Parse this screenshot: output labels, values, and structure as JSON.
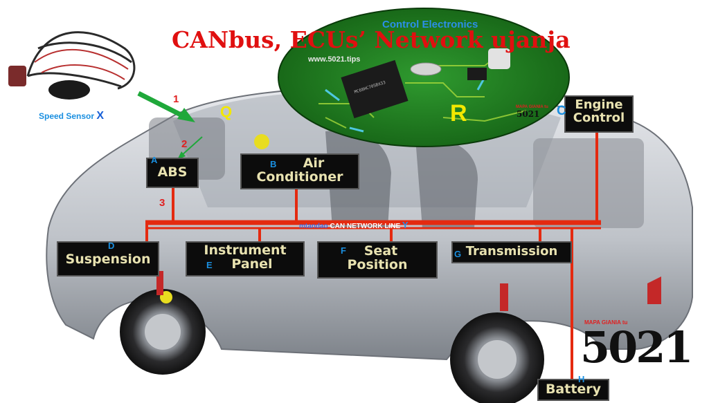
{
  "title": "CANbus, ECUs’ Network ujanja",
  "control_electronics": {
    "title": "Control Electronics",
    "url": "www.5021.tips",
    "letter": "R",
    "chip_text": "MC68HC705BX33"
  },
  "speed_sensor": {
    "label": "Speed Sensor",
    "letter": "X"
  },
  "q_letter": "Q",
  "bus": {
    "prefix": "mtandao",
    "label": "CAN NETWORK LINE",
    "letter": "Y"
  },
  "numbers": {
    "n1": "1",
    "n2": "2",
    "n3": "3"
  },
  "ecus": {
    "abs": {
      "letter": "A",
      "label": "ABS"
    },
    "air": {
      "letter": "B",
      "line1": "Air",
      "line2": "Conditioner"
    },
    "engine": {
      "letter": "C",
      "line1": "Engine",
      "line2": "Control"
    },
    "suspension": {
      "letter": "D",
      "label": "Suspension"
    },
    "instrument": {
      "letter": "E",
      "line1": "Instrument",
      "line2": "Panel"
    },
    "seat": {
      "letter": "F",
      "line1": "Seat",
      "line2": "Position"
    },
    "transmission": {
      "letter": "G",
      "label": "Transmission"
    },
    "battery": {
      "letter": "H",
      "label": "Battery"
    }
  },
  "logo": {
    "tagline": "MAPA GIANIA tu",
    "number": "5021"
  },
  "colors": {
    "bus": "#e42a10",
    "label_bg": "#0c0c0c",
    "label_text": "#e8e2b0",
    "title": "#e01010",
    "letter": "#1a8fe0",
    "highlight": "#f2e800",
    "pcb": "#1f7a1f"
  }
}
